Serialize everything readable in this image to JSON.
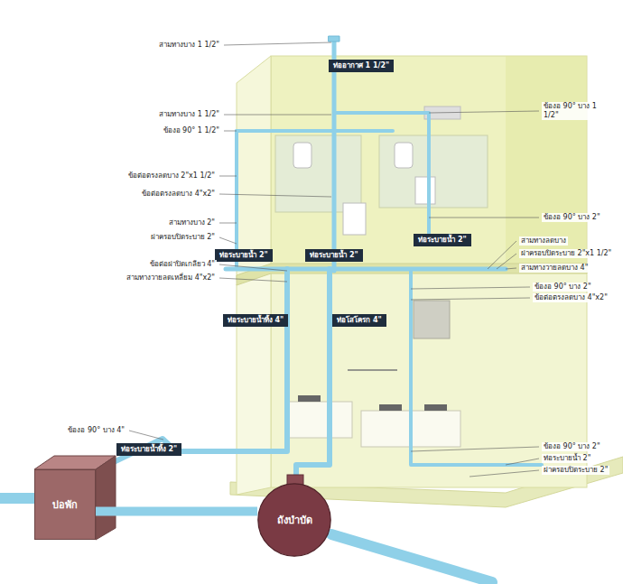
{
  "diagram": {
    "nodes": [
      {
        "text": [
          "ท่ออากาศ 1 1/2\""
        ]
      },
      {
        "text": [
          "ท่อระบายน้ำ 2\""
        ]
      },
      {
        "text": [
          "ท่อระบายน้ำ 2\""
        ]
      },
      {
        "text": [
          "ท่อระบายน้ำ 2\""
        ]
      },
      {
        "text": [
          "ท่อระบายน้ำทิ้ง 4\""
        ]
      },
      {
        "text": [
          "ท่อโสโครก 4\""
        ]
      },
      {
        "text": [
          "ท่อระบายน้ำทิ้ง 2\""
        ]
      },
      {
        "text": [
          "บ่อพัก"
        ]
      },
      {
        "text": [
          "ถังบำบัด"
        ]
      }
    ],
    "edges": [
      {
        "from": 8,
        "to": 7,
        "arrow": "none"
      }
    ],
    "labels": [
      "สามทางบาง 1 1/2\"",
      "สามทางบาง 1 1/2\"",
      "ข้องอ 90° 1 1/2\"",
      "ข้อต่อตรงลดบาง 2\"x1 1/2\"",
      "ข้อต่อตรงลดบาง 4\"x2\"",
      "สามทางบาง 2\"",
      "ฝาครอบปิดระบาย 2\"",
      "ข้อต่อฝาปิดเกลียว 4\"",
      "สามทางวายลดเหลี่ยม 4\"x2\"",
      "ข้องอ 90° บาง 1 1/2\"",
      "ข้องอ 90° บาง 2\"",
      "สามทางลดบาง",
      "ฝาครอบปิดระบาย 2\"x1 1/2\"",
      "สามทางวายลดบาง 4\"",
      "ข้องอ 90° บาง 2\"",
      "ข้อต่อตรงลดบาง 4\"x2\"",
      "ข้องอ 90° บาง 4\"",
      "ข้องอ 90° บาง 2\"",
      "ท่อระบายน้ำ 2\"",
      "ฝาครอบปิดระบาย 2\""
    ]
  }
}
